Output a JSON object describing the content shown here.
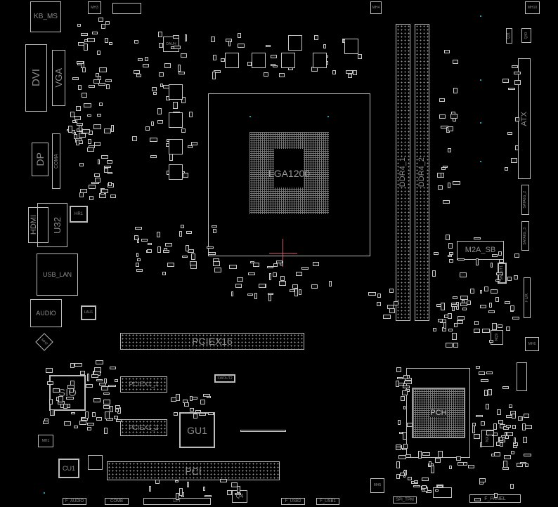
{
  "components": {
    "kb_ms": "KB_MS",
    "dvi": "DVI",
    "vga": "VGA",
    "dp": "DP",
    "coma": "COMA",
    "hdmi": "HDMI",
    "u32": "U32",
    "hr1": "HR1",
    "usb_lan": "USB_LAN",
    "audio": "AUDIO",
    "lau1": "LAU1",
    "sio": "SIO",
    "mh1": "MH1",
    "cu1": "CU1",
    "pciex1_1": "PCIEX1_1",
    "pciex1_2": "PCIEX1_2",
    "gu1": "GU1",
    "pci": "PCI",
    "pciex16": "PCIEX16",
    "swout2": "SWOUT2",
    "cpu_socket": "LGA1200",
    "ddr4_1": "DDR4_1",
    "ddr4_2": "DDR4_2",
    "atx": "ATX",
    "sata6g_2": "SATA6G_2",
    "sata6g_3": "SATA6G_3",
    "m2a_sb": "M2A_SB",
    "swout1": "SWOUT1",
    "fux": "FUX",
    "nq9": "NQ9",
    "mh10": "MH10",
    "q31": "Q31",
    "q40": "Q40",
    "mh3": "MH3",
    "mh4": "MH4",
    "dauh": "DAUH",
    "pch": "PCH",
    "nx2": "NX2",
    "mh5": "MH5",
    "mh6": "MH6",
    "mh2": "MH2"
  },
  "headers": {
    "f_audio": "F_AUDIO",
    "comb": "COMB",
    "lpt": "LPT",
    "q4": "Q4",
    "f_usb2": "F_USB2",
    "f_usb1": "F_USB1",
    "spi_tpm": "SPI_TPM",
    "f_panel": "F_PANEL"
  },
  "colors": {
    "background": "#000000",
    "outline": "#bdbdbd",
    "label": "#8e8e8e",
    "cursor": "#a86a74",
    "marker": "#1aa6a6"
  }
}
